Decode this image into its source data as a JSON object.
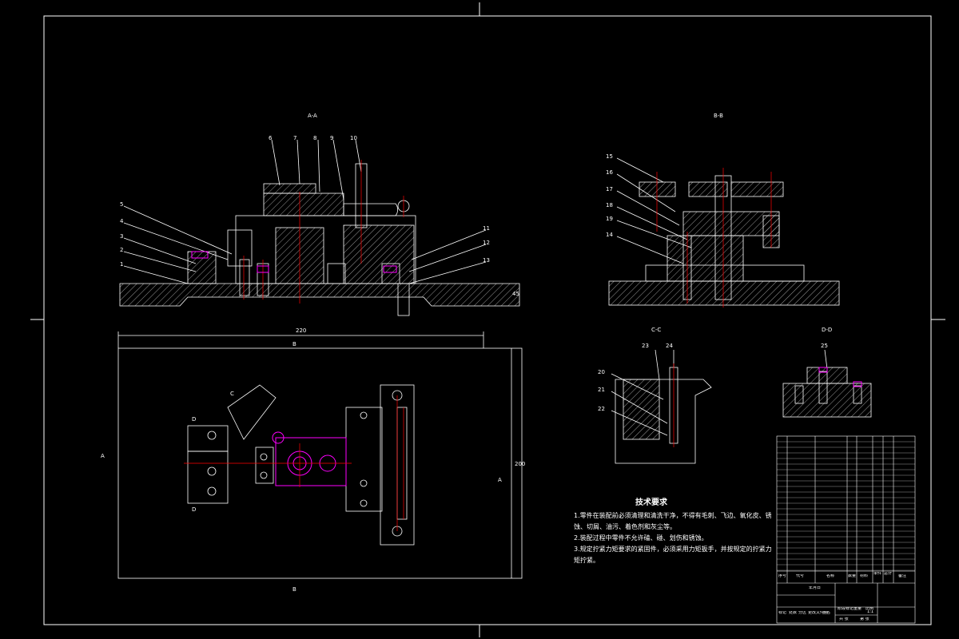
{
  "views": {
    "section_aa": "A-A",
    "section_bb": "B-B",
    "section_cc": "C-C",
    "section_dd": "D-D"
  },
  "callouts_aa": [
    "6",
    "7",
    "8",
    "9",
    "10",
    "5",
    "4",
    "3",
    "2",
    "1",
    "11",
    "12",
    "13"
  ],
  "callouts_bb": [
    "15",
    "16",
    "17",
    "18",
    "19",
    "14"
  ],
  "callouts_cc": [
    "23",
    "24",
    "20",
    "21",
    "22"
  ],
  "callouts_dd": [
    "25"
  ],
  "dimensions": {
    "overall_width": "220",
    "height": "200",
    "side_height": "45"
  },
  "plan_marks": {
    "b_top": "B",
    "b_bottom": "B",
    "a_left": "A",
    "a_right": "A",
    "c_mark": "C",
    "d_top": "D",
    "d_bottom": "D"
  },
  "tech_requirements": {
    "title": "技术要求",
    "lines": [
      "1.零件在装配前必须清理和清洗干净，不得有毛刺、飞边、氧化皮、锈",
      "蚀、切屑、油污、着色剂和灰尘等。",
      "2.装配过程中零件不允许磕、碰、划伤和锈蚀。",
      "3.规定拧紧力矩要求的紧固件，必须采用力矩扳手，并按规定的拧紧力",
      "矩拧紧。"
    ]
  },
  "title_block": {
    "header": [
      "序号",
      "代号",
      "名称",
      "数量",
      "材料",
      "单件",
      "总计",
      "备注"
    ],
    "footer_labels": [
      "标记",
      "处数",
      "分区",
      "更改文件号",
      "签名",
      "年月日",
      "阶段标记",
      "重量",
      "比例",
      "共 张",
      "第 张"
    ],
    "scale": "1:1"
  },
  "colors": {
    "background": "#000000",
    "line": "#ffffff",
    "centerline": "#ff0000",
    "highlight": "#ff00ff"
  }
}
